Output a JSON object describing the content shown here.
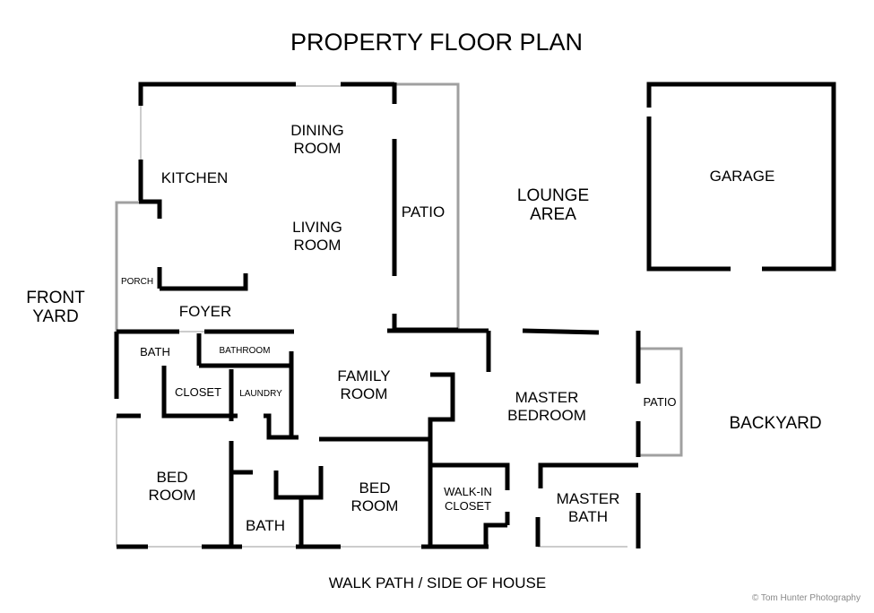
{
  "title": "PROPERTY FLOOR PLAN",
  "outdoor": {
    "front_yard": [
      "FRONT",
      "YARD"
    ],
    "lounge_area": [
      "LOUNGE",
      "AREA"
    ],
    "backyard": "BACKYARD",
    "walk_path": "WALK PATH / SIDE OF HOUSE"
  },
  "rooms": {
    "dining_room": [
      "DINING",
      "ROOM"
    ],
    "kitchen": "KITCHEN",
    "living_room": [
      "LIVING",
      "ROOM"
    ],
    "patio_upper": "PATIO",
    "porch": "PORCH",
    "foyer": "FOYER",
    "garage": "GARAGE",
    "bath_small": "BATH",
    "bathroom": "BATHROOM",
    "closet": "CLOSET",
    "laundry": "LAUNDRY",
    "family_room": [
      "FAMILY",
      "ROOM"
    ],
    "master_bedroom": [
      "MASTER",
      "BEDROOM"
    ],
    "patio_right": "PATIO",
    "bed_room_left": [
      "BED",
      "ROOM"
    ],
    "bath_lower": "BATH",
    "bed_room_center": [
      "BED",
      "ROOM"
    ],
    "walk_in_closet": [
      "WALK-IN",
      "CLOSET"
    ],
    "master_bath": [
      "MASTER",
      "BATH"
    ]
  },
  "credit": "© Tom Hunter Photography"
}
